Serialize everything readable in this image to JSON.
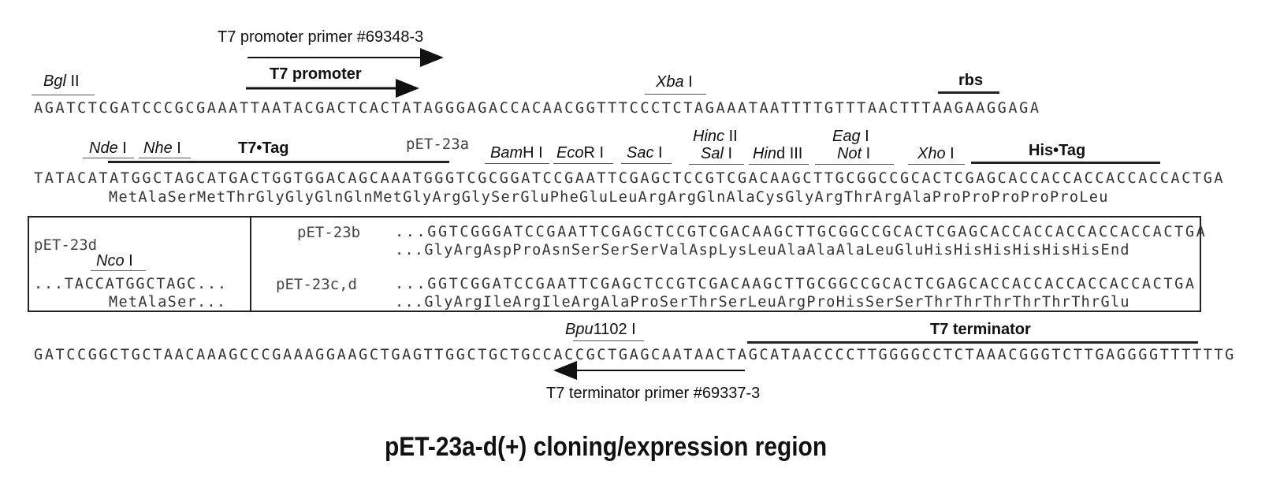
{
  "rows": {
    "row1_seq": "AGATCTCGATCCCGCGAAATTAATACGACTCACTATAGGGAGACCACAACGGTTTCCCTCTAGAAATAATTTTGTTTAACTTTAAGAAGGAGA",
    "row2_seq": "TATACATATGGCTAGCATGACTGGTGGACAGCAAATGGGTCGCGGATCCGAATTCGAGCTCCGTCGACAAGCTTGCGGCCGCACTCGAGCACCACCACCACCACCACTGA",
    "row2_aa": "MetAlaSerMetThrGlyGlyGlnGlnMetGlyArgGlySerGluPheGluLeuArgArgGlnAlaCysGlyArgThrArgAlaProProProProProLeu",
    "row3_seq": "GATCCGGCTGCTAACAAAGCCCGAAAGGAAGCTGAGTTGGCTGCTGCCACCGCTGAGCAATAACTAGCATAACCCCTTGGGGCCTCTAAACGGGTCTTGAGGGGTTTTTTG"
  },
  "sites": {
    "bgl_italic": "Bgl",
    "bgl_rest": " II",
    "xba_italic": "Xba",
    "xba_rest": " I",
    "nde_italic": "Nde",
    "nde_rest": " I",
    "nhe_italic": "Nhe",
    "nhe_rest": " I",
    "bam_italic": "Bam",
    "bam_rest": "H I",
    "eco_italic": "Eco",
    "eco_rest": "R I",
    "sac_italic": "Sac",
    "sac_rest": " I",
    "hinc_italic": "Hinc",
    "hinc_rest": " II",
    "sal_italic": "Sal",
    "sal_rest": " I",
    "hind_italic": "Hin",
    "hind_rest": "d III",
    "eag_italic": "Eag",
    "eag_rest": " I",
    "not_italic": "Not",
    "not_rest": " I",
    "xho_italic": "Xho",
    "xho_rest": " I",
    "nco_italic": "Nco",
    "nco_rest": " I",
    "bpu_italic": "Bpu",
    "bpu_rest": "1102 I"
  },
  "features": {
    "t7_promoter": "T7 promoter",
    "rbs": "rbs",
    "t7_tag": "T7•Tag",
    "his_tag": "His•Tag",
    "t7_terminator": "T7 terminator"
  },
  "primers": {
    "forward": "T7 promoter primer #69348-3",
    "reverse": "T7 terminator primer #69337-3"
  },
  "variants": {
    "pet23a": "pET-23a",
    "pet23d": "pET-23d",
    "pet23d_seq": "...TACCATGGCTAGC...",
    "pet23d_aa": "MetAlaSer...",
    "pet23b": "pET-23b",
    "pet23b_seq": "...GGTCGGGATCCGAATTCGAGCTCCGTCGACAAGCTTGCGGCCGCACTCGAGCACCACCACCACCACCACTGA",
    "pet23b_aa": "...GlyArgAspProAsnSerSerSerValAspLysLeuAlaAlaAlaLeuGluHisHisHisHisHisHisEnd",
    "pet23cd": "pET-23c,d",
    "pet23cd_seq": "...GGTCGGATCCGAATTCGAGCTCCGTCGACAAGCTTGCGGCCGCACTCGAGCACCACCACCACCACCACTGA",
    "pet23cd_aa": "...GlyArgIleArgIleArgAlaProSerThrSerLeuArgProHisSerSerThrThrThrThrThrThrGlu"
  },
  "title": "pET-23a-d(+) cloning/expression region"
}
